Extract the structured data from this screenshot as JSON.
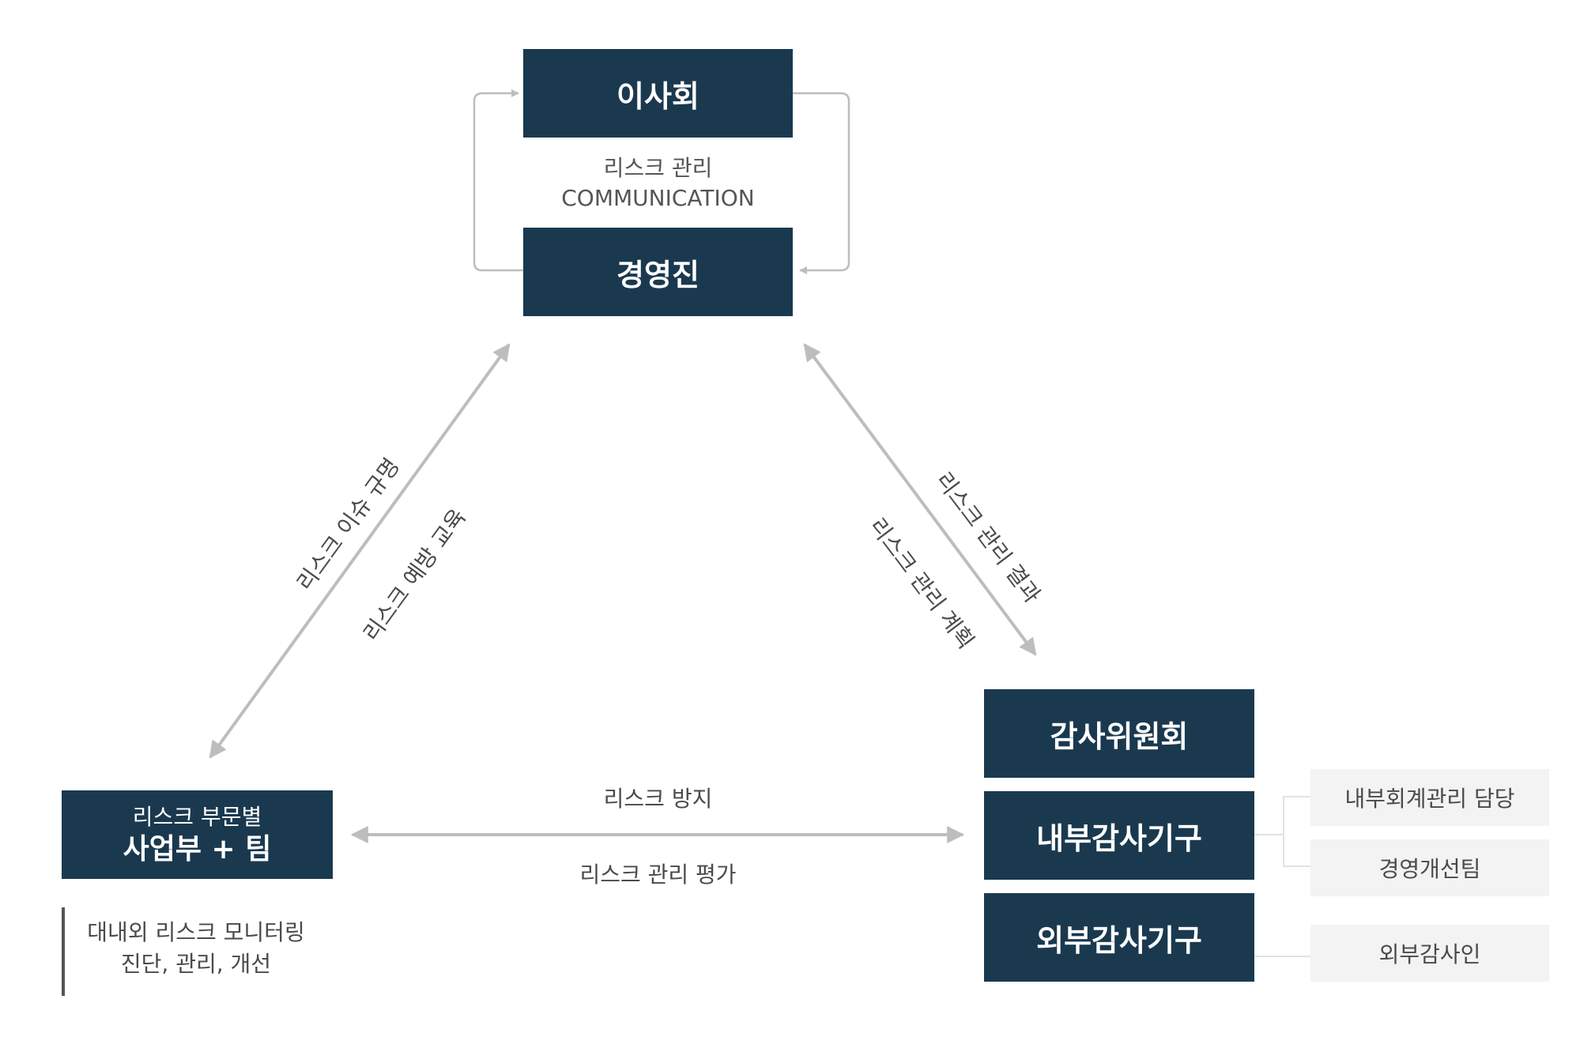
{
  "top": {
    "board": "이사회",
    "communication_line1": "리스크 관리",
    "communication_line2": "COMMUNICATION",
    "management": "경영진"
  },
  "left": {
    "sub": "리스크 부문별",
    "main": "사업부 + 팀",
    "monitor_line1": "대내외 리스크 모니터링",
    "monitor_line2": "진단, 관리, 개선"
  },
  "right": {
    "audit_committee": "감사위원회",
    "internal_audit": "내부감사기구",
    "external_audit": "외부감사기구",
    "side": {
      "internal_accounting": "내부회계관리 담당",
      "management_improvement": "경영개선팀",
      "external_auditor": "외부감사인"
    }
  },
  "arrows": {
    "left_outer": "리스크 이슈 규명",
    "left_inner": "리스크 예방 교육",
    "right_outer": "리스크 관리 결과",
    "right_inner": "리스크 관리 계획",
    "bottom_top": "리스크 방지",
    "bottom_bottom": "리스크 관리 평가"
  },
  "colors": {
    "box": "#1a394f",
    "arrow": "#bdbdbd",
    "side_box": "#f3f3f3",
    "text": "#4a4a4a"
  }
}
